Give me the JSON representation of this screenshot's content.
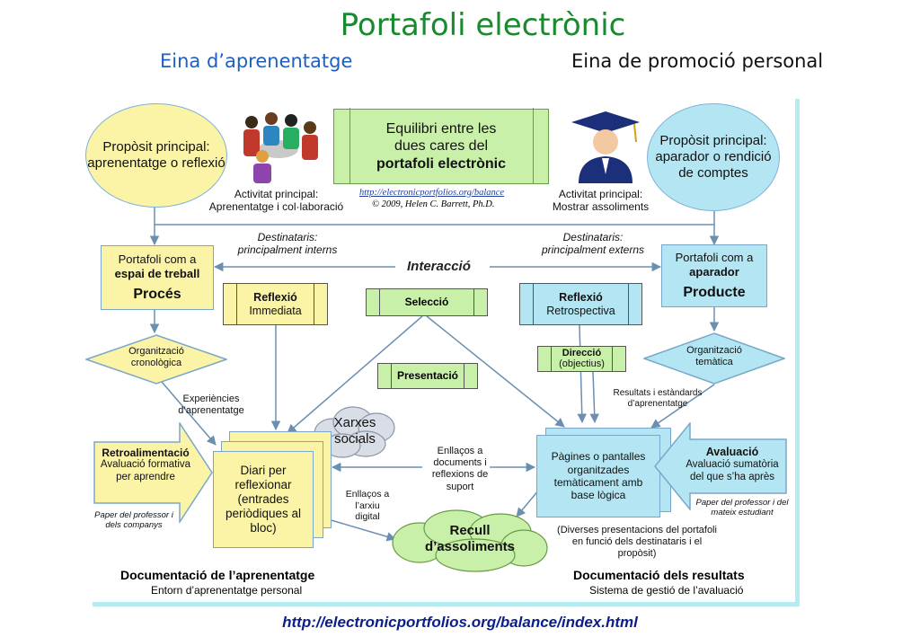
{
  "header": {
    "title": "Portafoli electrònic",
    "left_subtitle": "Eina d’aprenentatge",
    "right_subtitle": "Eina de promoció personal"
  },
  "left": {
    "purpose_title": "Propòsit principal:",
    "purpose_text": "aprenentatge o reflexió",
    "activity_label": "Activitat principal:",
    "activity_text": "Aprenentatge i col·laboració",
    "audience_label": "Destinataris:",
    "audience_text": "principalment interns",
    "workspace_line1": "Portafoli com a",
    "workspace_line2": "espai de treball",
    "workspace_bold": "Procés",
    "reflection_bold": "Reflexió",
    "reflection_text": "Immediata",
    "organization_line1": "Organització",
    "organization_line2": "cronològica",
    "experiences_line1": "Experiències",
    "experiences_line2": "d’aprenentatge",
    "feedback_title": "Retroalimentació",
    "feedback_text": "Avaluació formativa per aprendre",
    "feedback_source": "Paper del professor i dels companys",
    "diary_text": "Diari per reflexionar (entrades periòdiques al bloc)",
    "social_text": "Xarxes socials",
    "archive_links": "Enllaços a l’arxiu digital",
    "doc_title": "Documentació de l’aprenentatge",
    "doc_subtitle": "Entorn d’aprenentatge personal"
  },
  "center": {
    "balance_line1": "Equilibri entre les",
    "balance_line2": "dues cares del",
    "balance_bold": "portafoli electrònic",
    "credit_url": "http://electronicportfolios.org/balance",
    "credit_author": "© 2009, Helen C. Barrett, Ph.D.",
    "interaction": "Interacció",
    "selection": "Selecció",
    "presentation": "Presentació",
    "links_text": "Enllaços a documents i reflexions de suport",
    "achievements": "Recull d’assoliments"
  },
  "right": {
    "purpose_title": "Propòsit principal:",
    "purpose_text": "aparador o rendició de comptes",
    "activity_label": "Activitat principal:",
    "activity_text": "Mostrar assoliments",
    "audience_label": "Destinataris:",
    "audience_text": "principalment externs",
    "showcase_line1": "Portafoli com a",
    "showcase_line2": "aparador",
    "showcase_bold": "Producte",
    "reflection_bold": "Reflexió",
    "reflection_text": "Retrospectiva",
    "direction_bold": "Direcció",
    "direction_text": "(objectius)",
    "organization_line1": "Organització",
    "organization_line2": "temàtica",
    "results_text": "Resultats i estàndards d’aprenentatge",
    "pages_text": "Pàgines o pantalles organitzades temàticament amb base lògica",
    "evaluation_title": "Avaluació",
    "evaluation_text": "Avaluació sumatòria del que s’ha après",
    "evaluation_source": "Paper del professor i del mateix estudiant",
    "presentations_text": "(Diverses presentacions del portafoli en funció dels destinataris i el propòsit)",
    "doc_title": "Documentació dels resultats",
    "doc_subtitle": "Sistema de gestió de l’avaluació"
  },
  "footer": {
    "url": "http://electronicportfolios.org/balance/index.html"
  },
  "colors": {
    "title_green": "#1a8a2e",
    "subtitle_blue": "#1f5fbf",
    "yellow": "#fbf4a6",
    "cyan": "#b3e6f2",
    "green": "#c9f0a8",
    "footer_blue": "#0a1f8a"
  }
}
